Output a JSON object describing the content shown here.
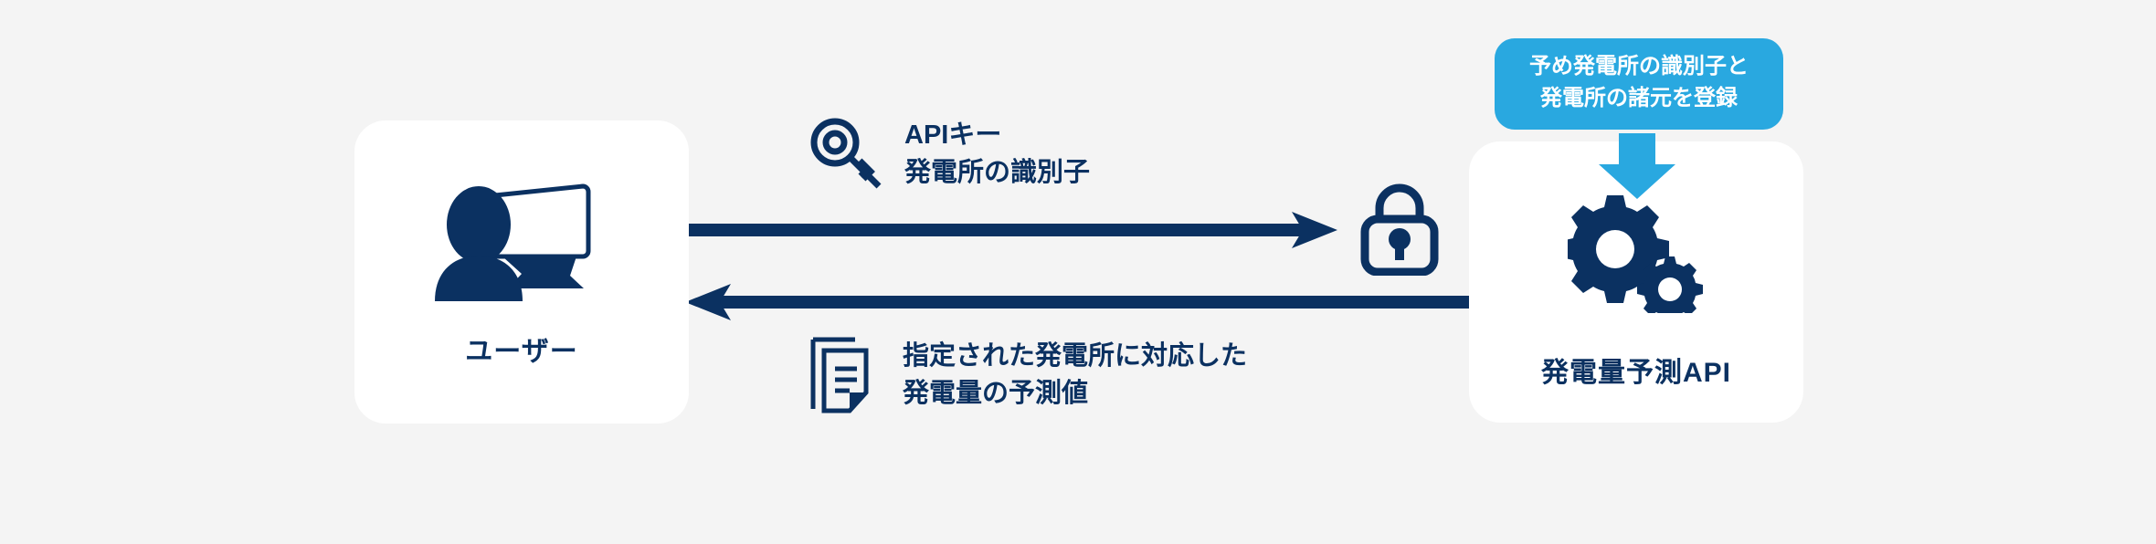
{
  "page": {
    "background_color": "#f4f4f4",
    "title": "発電量予測API 連携フロー図"
  },
  "palette": {
    "navy": "#0b3161",
    "light_blue": "#29a8e0",
    "card_white": "#ffffff",
    "background": "#f4f4f4"
  },
  "nodes": {
    "user": {
      "label": "ユーザー",
      "icon": "user-with-monitor-icon"
    },
    "api": {
      "label": "発電量予測API",
      "icon": "gears-icon"
    }
  },
  "callout": {
    "lines": [
      "予め発電所の識別子と",
      "発電所の諸元を登録"
    ],
    "color": "#29a8e0",
    "arrow_direction": "down"
  },
  "flows": [
    {
      "name": "request",
      "direction": "right",
      "from": "user",
      "to": "api",
      "icon": "key-icon",
      "lines": [
        "APIキー",
        "発電所の識別子"
      ],
      "endpoint_icon": "lock-icon"
    },
    {
      "name": "response",
      "direction": "left",
      "from": "api",
      "to": "user",
      "icon": "document-icon",
      "lines": [
        "指定された発電所に対応した",
        "発電量の予測値"
      ]
    }
  ]
}
